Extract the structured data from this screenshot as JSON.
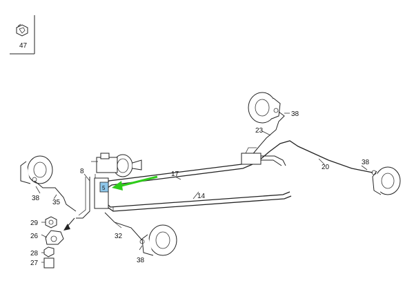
{
  "legend_box": {
    "part_number": "47"
  },
  "callouts": {
    "c8": "8",
    "c17": "17",
    "c14": "14",
    "c35": "35",
    "c38_left": "38",
    "c38_top_right": "38",
    "c38_right": "38",
    "c38_bottom": "38",
    "c23": "23",
    "c20": "20",
    "c32": "32",
    "c29": "29",
    "c26": "26",
    "c28": "28",
    "c27": "27",
    "c5": "5"
  },
  "colors": {
    "arrow": "#2ecc1a",
    "highlight": "#8fc7ea",
    "line": "#222222"
  },
  "icons": {
    "legend_icon": "clip-fastener-icon"
  }
}
